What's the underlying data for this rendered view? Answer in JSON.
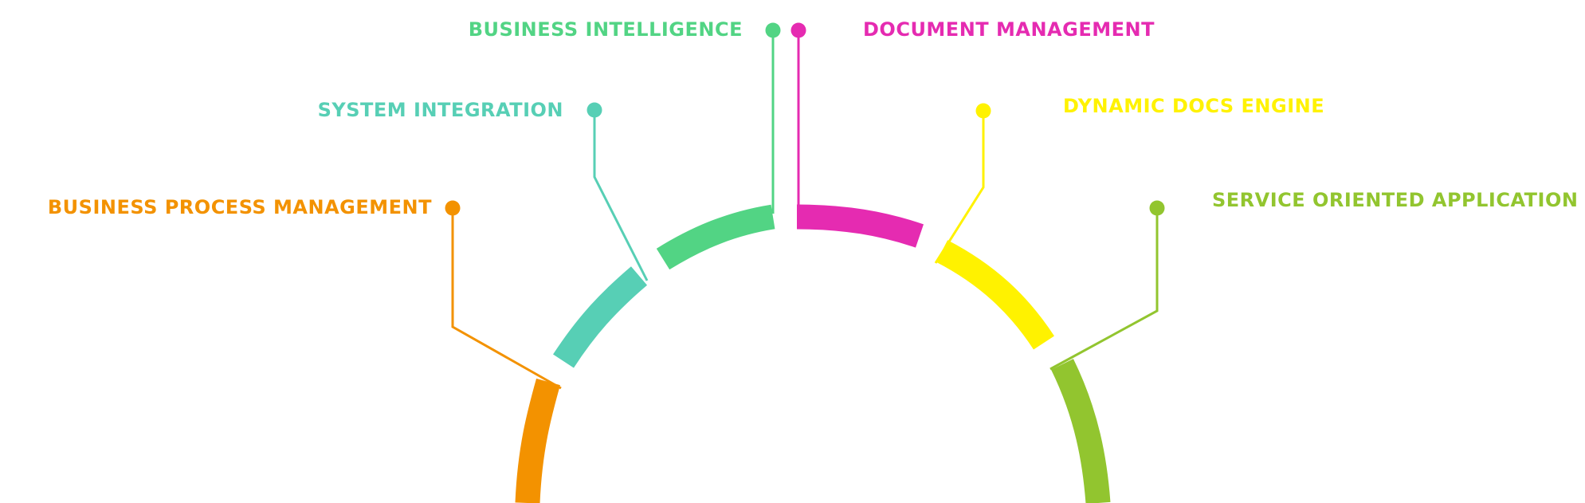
{
  "segments": [
    {
      "id": "bpm",
      "label": "BUSINESS PROCESS MANAGEMENT",
      "color": "#f39200"
    },
    {
      "id": "si",
      "label": "SYSTEM INTEGRATION",
      "color": "#57cfb5"
    },
    {
      "id": "bi",
      "label": "BUSINESS INTELLIGENCE",
      "color": "#52d484"
    },
    {
      "id": "dm",
      "label": "DOCUMENT MANAGEMENT",
      "color": "#e52bb1"
    },
    {
      "id": "dde",
      "label": "DYNAMIC DOCS ENGINE",
      "color": "#fff200"
    },
    {
      "id": "soa",
      "label": "SERVICE ORIENTED APPLICATION",
      "color": "#92c52f"
    }
  ]
}
